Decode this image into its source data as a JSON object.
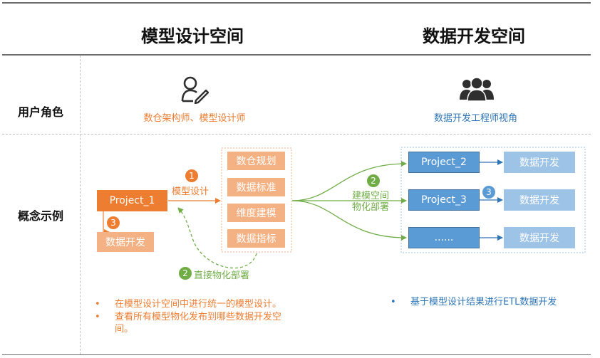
{
  "headers": {
    "model_space": "模型设计空间",
    "dev_space": "数据开发空间"
  },
  "rows": {
    "user_role": "用户角色",
    "concept": "概念示例"
  },
  "roles": {
    "model_space": "数仓架构师、模型设计师",
    "dev_space": "数据开发工程师视角"
  },
  "left": {
    "project": "Project_1",
    "model_label": "模型设计",
    "direct_label": "直接物化部署",
    "dev_box": "数据开发",
    "steps": [
      "1",
      "2",
      "3"
    ],
    "model_items": [
      "数仓规划",
      "数据标准",
      "维度建模",
      "数据指标"
    ]
  },
  "middle": {
    "step": "2",
    "label_line1": "建模空间",
    "label_line2": "物化部署"
  },
  "right": {
    "projects": [
      "Project_2",
      "Project_3",
      "......"
    ],
    "dev_boxes": [
      "数据开发",
      "数据开发",
      "数据开发"
    ],
    "step": "3"
  },
  "notes": {
    "left": [
      "在模型设计空间中进行统一的模型设计。",
      "查看所有模型物化发布到哪些数据开发空间。"
    ],
    "right": [
      "基于模型设计结果进行ETL数据开发"
    ],
    "bullet": "•"
  },
  "colors": {
    "orange": "#ed7d31",
    "orange_light": "#f4b183",
    "green": "#70ad47",
    "blue": "#5b9bd5",
    "blue_light": "#9dc3e6",
    "icon": "#2f2f2f"
  },
  "icons": {
    "model_role": "user-edit-icon",
    "dev_role": "user-group-icon"
  }
}
